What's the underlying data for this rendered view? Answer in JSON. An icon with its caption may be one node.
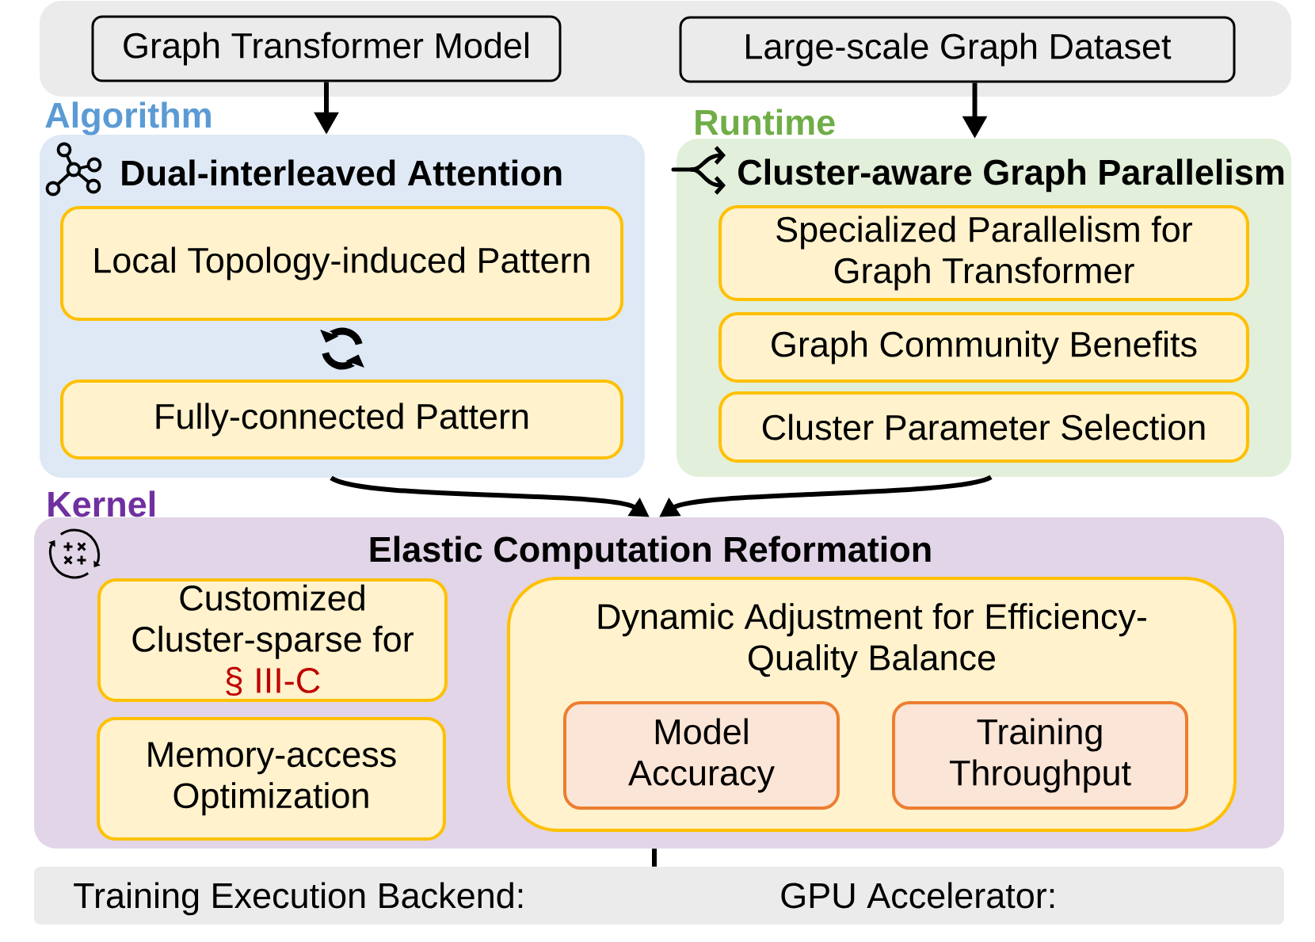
{
  "diagram": {
    "nodes": [
      {
        "text": [],
        "shape": "box"
      },
      {
        "text": [
          "Graph Transformer Model"
        ],
        "in": 0
      },
      {
        "text": [
          "Large-scale Graph Dataset"
        ],
        "in": 0
      },
      {
        "text": [
          "Algorithm",
          "Dual-interleaved Attention"
        ]
      },
      {
        "text": [
          "Local Topology-induced Pattern"
        ],
        "in": 3
      },
      {
        "text": [
          "Fully-connected Pattern"
        ],
        "in": 3
      },
      {
        "text": [
          "Runtime",
          "Cluster-aware Graph Parallelism"
        ]
      },
      {
        "text": [
          "Specialized Parallelism for Graph Transformer"
        ],
        "in": 6
      },
      {
        "text": [
          "Graph Community Benefits"
        ],
        "in": 6
      },
      {
        "text": [
          "Cluster Parameter Selection"
        ],
        "in": 6
      },
      {
        "text": [
          "Kernel",
          "Elastic Computation Reformation"
        ]
      },
      {
        "text": [
          "Customized Cluster-sparse for",
          "§ III-C"
        ],
        "in": 10
      },
      {
        "text": [
          "Memory-access Optimization"
        ],
        "in": 10
      },
      {
        "text": [
          "Dynamic Adjustment for Efficiency- Quality Balance"
        ],
        "in": 10
      },
      {
        "text": [
          "Model Accuracy"
        ],
        "in": 13
      },
      {
        "text": [
          "Training Throughput"
        ],
        "in": 13
      },
      {
        "text": [
          "Training Execution Backend:",
          "GPU Accelerator:"
        ]
      }
    ],
    "edges": [
      {
        "from": 1,
        "to": 3,
        "arrow": "to"
      },
      {
        "from": 2,
        "to": 6,
        "arrow": "to"
      },
      {
        "from": 3,
        "to": 10,
        "arrow": "to"
      },
      {
        "from": 6,
        "to": 10,
        "arrow": "to"
      },
      {
        "from": 10,
        "to": 16,
        "arrow": "none"
      }
    ]
  }
}
